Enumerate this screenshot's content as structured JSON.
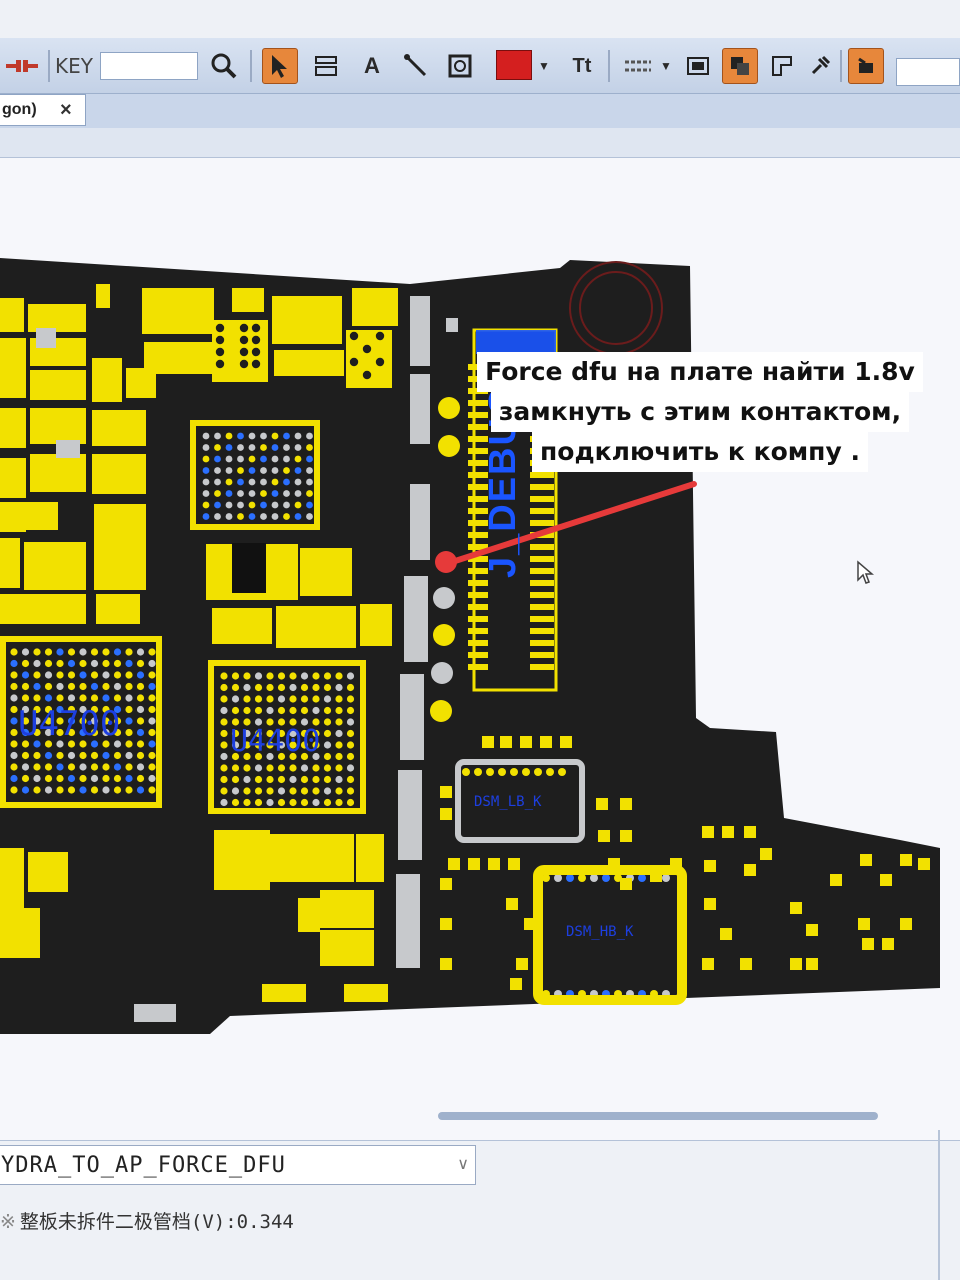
{
  "toolbar": {
    "key_label": "KEY",
    "key_value": "",
    "text_tool_label": "Tt",
    "accent_color": "#e7873b",
    "selected_color": "#d41f1f",
    "icons": [
      "disconnect-icon",
      "search-icon",
      "pointer-icon",
      "measure-icon",
      "text-icon",
      "line-icon",
      "box-icon",
      "color-swatch",
      "font-icon",
      "layers-icon",
      "view-icon",
      "fill-icon",
      "grid-icon",
      "pin-icon",
      "chip-icon"
    ]
  },
  "tab": {
    "label": "gon)",
    "close": "×"
  },
  "board": {
    "components": [
      "U4700",
      "U4400",
      "J_DEBUG",
      "DSM_LB_K",
      "DSM_HB_K"
    ],
    "pad_color": "#f2e100",
    "highlight_color": "#e63a3a"
  },
  "annotation": {
    "line1": "Force dfu на плате найти 1.8v",
    "line2": "замкнуть с этим контактом,",
    "line3": "подключить к компу ."
  },
  "bottom": {
    "net_name": "YDRA_TO_AP_FORCE_DFU",
    "status_mark": "※",
    "status_text": "整板未拆件二极管档(V):0.344"
  }
}
